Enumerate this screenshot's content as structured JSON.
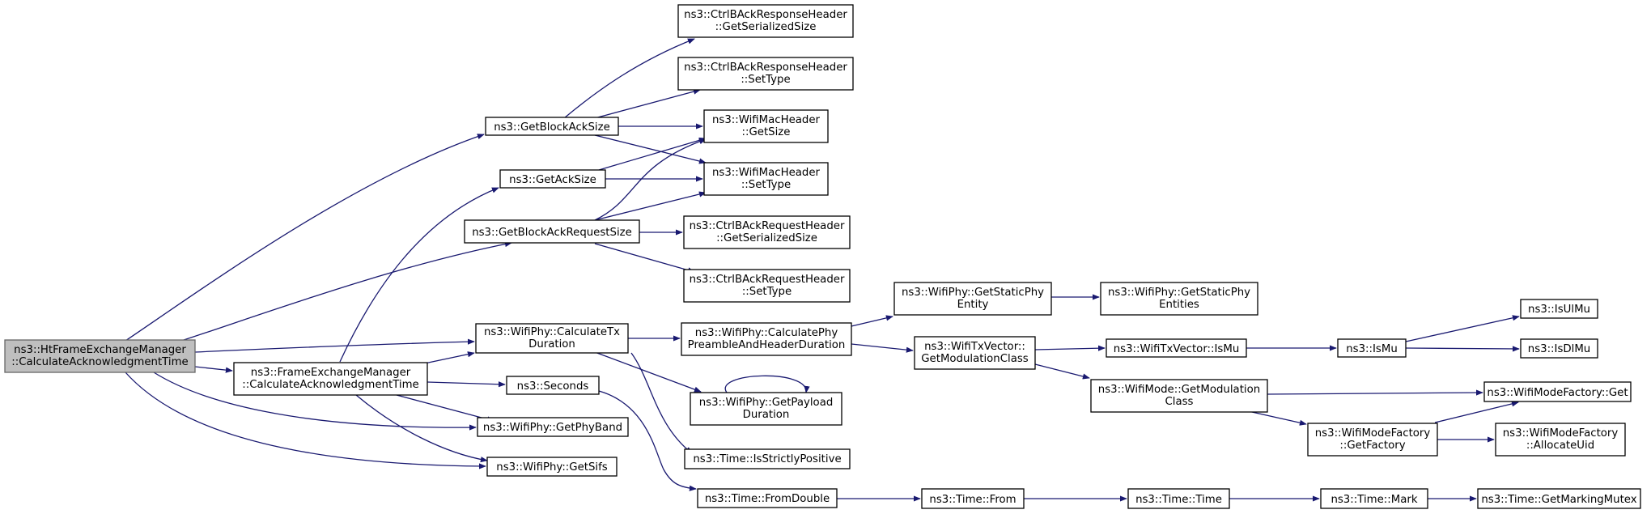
{
  "graph": {
    "colors": {
      "edge": "#191970",
      "node_border": "#000000",
      "root_fill": "#bfbfbf",
      "node_fill": "#ffffff"
    },
    "nodes": {
      "root": [
        "ns3::HtFrameExchangeManager",
        "::CalculateAcknowledgmentTime"
      ],
      "fem_calc": [
        "ns3::FrameExchangeManager",
        "::CalculateAcknowledgmentTime"
      ],
      "get_block_ack_size": [
        "ns3::GetBlockAckSize"
      ],
      "get_ack_size": [
        "ns3::GetAckSize"
      ],
      "get_block_ack_request_size": [
        "ns3::GetBlockAckRequestSize"
      ],
      "calc_tx_duration": [
        "ns3::WifiPhy::CalculateTx",
        "Duration"
      ],
      "seconds": [
        "ns3::Seconds"
      ],
      "get_phy_band": [
        "ns3::WifiPhy::GetPhyBand"
      ],
      "get_sifs": [
        "ns3::WifiPhy::GetSifs"
      ],
      "ctrl_back_resp_get_ser": [
        "ns3::CtrlBAckResponseHeader",
        "::GetSerializedSize"
      ],
      "ctrl_back_resp_set_type": [
        "ns3::CtrlBAckResponseHeader",
        "::SetType"
      ],
      "wifi_mac_get_size": [
        "ns3::WifiMacHeader",
        "::GetSize"
      ],
      "wifi_mac_set_type": [
        "ns3::WifiMacHeader",
        "::SetType"
      ],
      "ctrl_back_req_get_ser": [
        "ns3::CtrlBAckRequestHeader",
        "::GetSerializedSize"
      ],
      "ctrl_back_req_set_type": [
        "ns3::CtrlBAckRequestHeader",
        "::SetType"
      ],
      "calc_phy_preamble": [
        "ns3::WifiPhy::CalculatePhy",
        "PreambleAndHeaderDuration"
      ],
      "get_payload_duration": [
        "ns3::WifiPhy::GetPayload",
        "Duration"
      ],
      "is_strictly_positive": [
        "ns3::Time::IsStrictlyPositive"
      ],
      "from_double": [
        "ns3::Time::FromDouble"
      ],
      "get_static_phy_entity": [
        "ns3::WifiPhy::GetStaticPhy",
        "Entity"
      ],
      "get_static_phy_entities": [
        "ns3::WifiPhy::GetStaticPhy",
        "Entities"
      ],
      "get_modulation_class_txv": [
        "ns3::WifiTxVector::",
        "GetModulationClass"
      ],
      "txv_is_mu": [
        "ns3::WifiTxVector::IsMu"
      ],
      "is_mu": [
        "ns3::IsMu"
      ],
      "is_ul_mu": [
        "ns3::IsUlMu"
      ],
      "is_dl_mu": [
        "ns3::IsDlMu"
      ],
      "mode_get_modulation_class": [
        "ns3::WifiMode::GetModulation",
        "Class"
      ],
      "mode_factory_get": [
        "ns3::WifiModeFactory::Get"
      ],
      "mode_factory_get_factory": [
        "ns3::WifiModeFactory",
        "::GetFactory"
      ],
      "mode_factory_allocate_uid": [
        "ns3::WifiModeFactory",
        "::AllocateUid"
      ],
      "time_from": [
        "ns3::Time::From"
      ],
      "time_time": [
        "ns3::Time::Time"
      ],
      "time_mark": [
        "ns3::Time::Mark"
      ],
      "time_get_marking_mutex": [
        "ns3::Time::GetMarkingMutex"
      ]
    }
  }
}
